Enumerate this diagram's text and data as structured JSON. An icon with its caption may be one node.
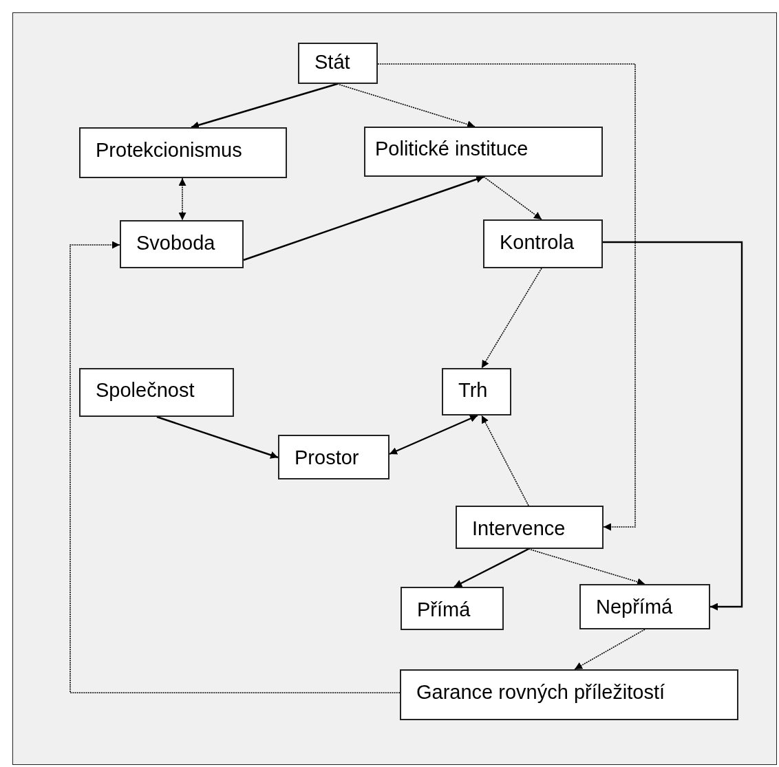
{
  "diagram": {
    "nodes": [
      {
        "text": [
          "Stát"
        ]
      },
      {
        "text": [
          "Protekcionismus"
        ]
      },
      {
        "text": [
          "Politické instituce"
        ]
      },
      {
        "text": [
          "Svoboda"
        ]
      },
      {
        "text": [
          "Kontrola"
        ]
      },
      {
        "text": [
          "Společnost"
        ]
      },
      {
        "text": [
          "Trh"
        ]
      },
      {
        "text": [
          "Prostor"
        ]
      },
      {
        "text": [
          "Intervence"
        ]
      },
      {
        "text": [
          "Přímá"
        ]
      },
      {
        "text": [
          "Nepřímá"
        ]
      },
      {
        "text": [
          "Garance rovných příležitostí"
        ]
      }
    ],
    "edges": [
      {
        "from": 0,
        "to": 1,
        "arrow": "to"
      },
      {
        "from": 0,
        "to": 2,
        "arrow": "to",
        "style": "dashed"
      },
      {
        "from": 0,
        "to": 8,
        "arrow": "to",
        "style": "dashed"
      },
      {
        "from": 1,
        "to": 3,
        "arrow": "both",
        "style": "dashed"
      },
      {
        "from": 3,
        "to": 2,
        "arrow": "to"
      },
      {
        "from": 2,
        "to": 4,
        "arrow": "to",
        "style": "dashed"
      },
      {
        "from": 4,
        "to": 6,
        "arrow": "to",
        "style": "dashed"
      },
      {
        "from": 4,
        "to": 10,
        "arrow": "to"
      },
      {
        "from": 5,
        "to": 7,
        "arrow": "to"
      },
      {
        "from": 7,
        "to": 6,
        "arrow": "both"
      },
      {
        "from": 8,
        "to": 6,
        "arrow": "to",
        "style": "dashed"
      },
      {
        "from": 8,
        "to": 9,
        "arrow": "to"
      },
      {
        "from": 8,
        "to": 10,
        "arrow": "to",
        "style": "dashed"
      },
      {
        "from": 10,
        "to": 11,
        "arrow": "to",
        "style": "dashed"
      },
      {
        "from": 11,
        "to": 3,
        "arrow": "to",
        "style": "dashed"
      }
    ]
  }
}
